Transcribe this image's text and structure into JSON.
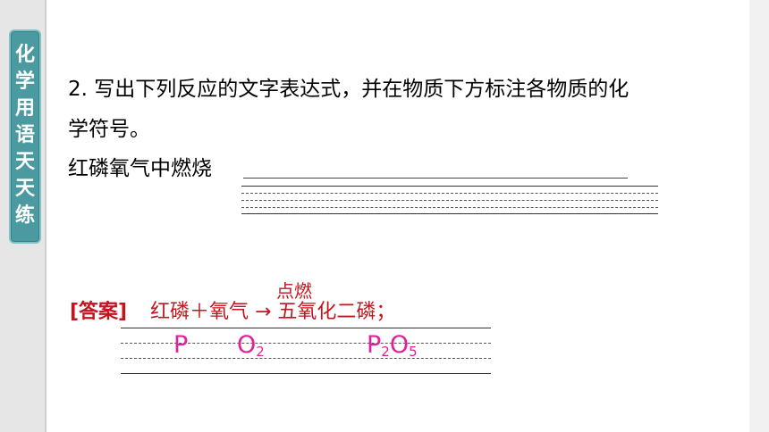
{
  "sidebar": {
    "label": "化学用语天天练"
  },
  "question": {
    "line1": "2. 写出下列反应的文字表达式，并在物质下方标注各物质的化",
    "line2": "学符号。",
    "line3": "红磷氧气中燃烧"
  },
  "answer": {
    "label": "[答案]",
    "expression": "红磷＋氧气 → 五氧化二磷；",
    "condition": "点燃",
    "formulas": [
      {
        "base": "P",
        "sub": ""
      },
      {
        "base": "O",
        "sub": "2"
      },
      {
        "base": "P",
        "sub": "2",
        "base2": "O",
        "sub2": "5"
      }
    ]
  },
  "colors": {
    "accent": "#4a9aa0",
    "answer_red": "#c0161f",
    "formula_pink": "#e0219a"
  }
}
